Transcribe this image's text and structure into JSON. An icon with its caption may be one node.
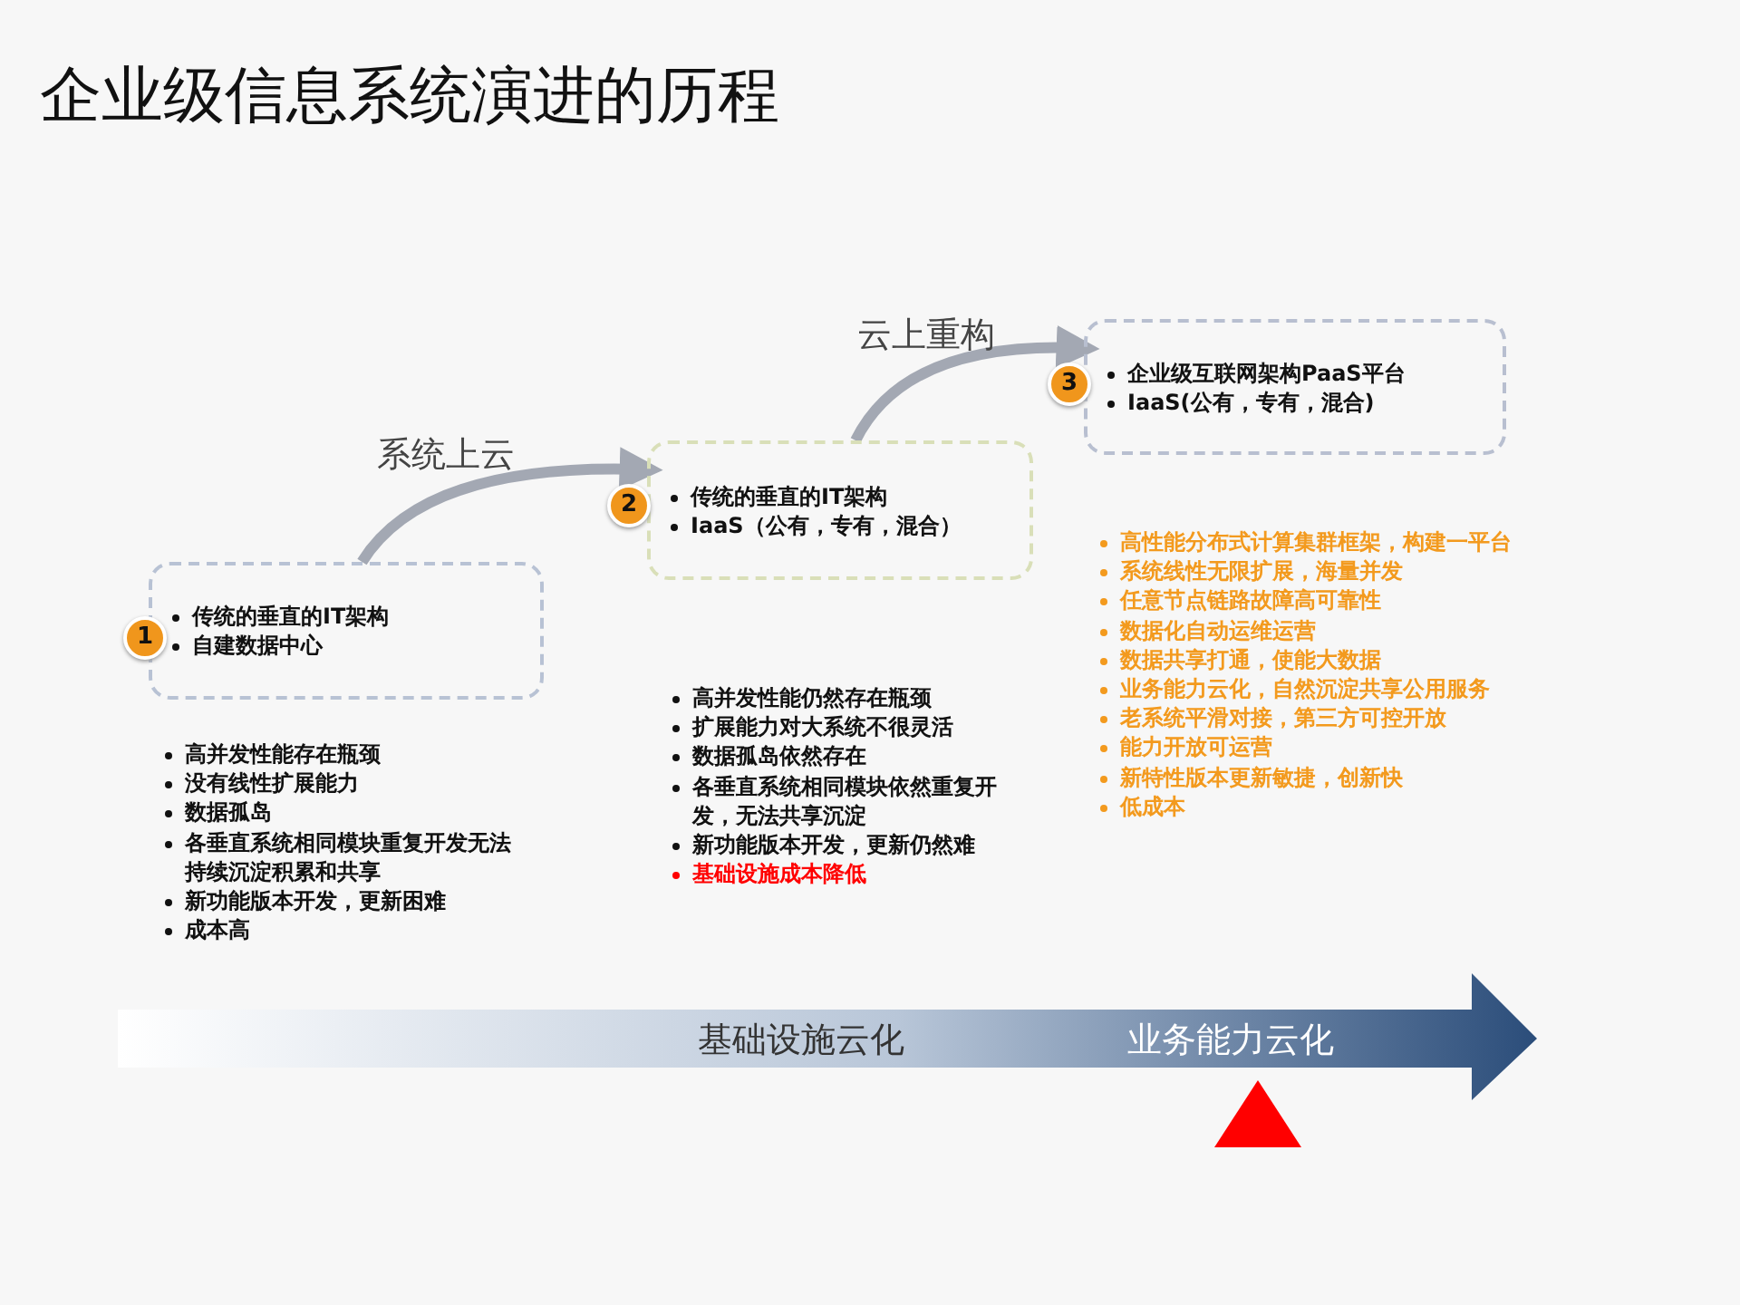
{
  "diagram": {
    "title": "企业级信息系统演进的历程",
    "nodes": [
      {
        "text": [
          "传统的垂直的IT架构",
          "自建数据中心"
        ]
      },
      {
        "text": [
          "1"
        ]
      },
      {
        "text": [
          "传统的垂直的IT架构",
          "IaaS（公有，专有，混合）"
        ]
      },
      {
        "text": [
          "2"
        ]
      },
      {
        "text": [
          "企业级互联网架构PaaS平台",
          "IaaS(公有，专有，混合)"
        ]
      },
      {
        "text": [
          "3"
        ]
      }
    ],
    "edges": [
      {
        "from": 0,
        "to": 2,
        "arrow": "to",
        "label": "系统上云"
      },
      {
        "from": 2,
        "to": 4,
        "arrow": "to",
        "label": "云上重构"
      }
    ],
    "labels": [
      "高并发性能存在瓶颈",
      "没有线性扩展能力",
      "数据孤岛",
      "各垂直系统相同模块重复开发无法持续沉淀积累和共享",
      "新功能版本开发，更新困难",
      "成本高",
      "高并发性能仍然存在瓶颈",
      "扩展能力对大系统不很灵活",
      "数据孤岛依然存在",
      "各垂直系统相同模块依然重复开发，无法共享沉淀",
      "新功能版本开发，更新仍然难",
      "基础设施成本降低",
      "高性能分布式计算集群框架，构建一平台",
      "系统线性无限扩展，海量并发",
      "任意节点链路故障高可靠性",
      "数据化自动运维运营",
      "数据共享打通，使能大数据",
      "业务能力云化，自然沉淀共享公用服务",
      "老系统平滑对接，第三方可控开放",
      "能力开放可运营",
      "新特性版本更新敏捷，创新快",
      "低成本",
      "基础设施云化",
      "业务能力云化"
    ]
  }
}
